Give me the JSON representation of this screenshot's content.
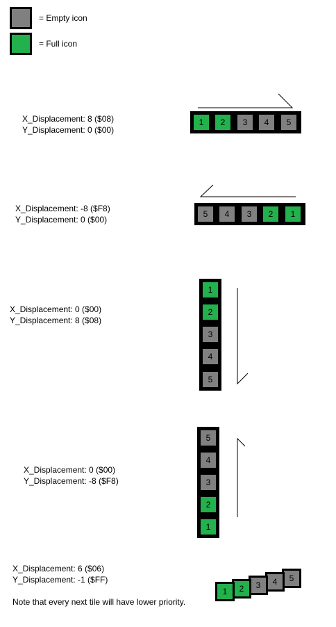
{
  "legend": {
    "empty_label": "= Empty icon",
    "full_label": "= Full icon",
    "empty_color": "#808080",
    "full_color": "#22b14c"
  },
  "examples": [
    {
      "x_text": "X_Displacement: 8 ($08)",
      "y_text": "Y_Displacement: 0 ($00)",
      "tiles": [
        {
          "num": "1",
          "state": "full"
        },
        {
          "num": "2",
          "state": "full"
        },
        {
          "num": "3",
          "state": "empty"
        },
        {
          "num": "4",
          "state": "empty"
        },
        {
          "num": "5",
          "state": "empty"
        }
      ]
    },
    {
      "x_text": "X_Displacement: -8 ($F8)",
      "y_text": "Y_Displacement: 0 ($00)",
      "tiles": [
        {
          "num": "5",
          "state": "empty"
        },
        {
          "num": "4",
          "state": "empty"
        },
        {
          "num": "3",
          "state": "empty"
        },
        {
          "num": "2",
          "state": "full"
        },
        {
          "num": "1",
          "state": "full"
        }
      ]
    },
    {
      "x_text": "X_Displacement: 0 ($00)",
      "y_text": "Y_Displacement: 8 ($08)",
      "tiles": [
        {
          "num": "1",
          "state": "full"
        },
        {
          "num": "2",
          "state": "full"
        },
        {
          "num": "3",
          "state": "empty"
        },
        {
          "num": "4",
          "state": "empty"
        },
        {
          "num": "5",
          "state": "empty"
        }
      ]
    },
    {
      "x_text": "X_Displacement: 0 ($00)",
      "y_text": "Y_Displacement: -8 ($F8)",
      "tiles": [
        {
          "num": "5",
          "state": "empty"
        },
        {
          "num": "4",
          "state": "empty"
        },
        {
          "num": "3",
          "state": "empty"
        },
        {
          "num": "2",
          "state": "full"
        },
        {
          "num": "1",
          "state": "full"
        }
      ]
    },
    {
      "x_text": "X_Displacement: 6 ($06)",
      "y_text": "Y_Displacement: -1 ($FF)",
      "note": "Note that every next tile will have lower priority.",
      "tiles": [
        {
          "num": "1",
          "state": "full"
        },
        {
          "num": "2",
          "state": "full"
        },
        {
          "num": "3",
          "state": "empty"
        },
        {
          "num": "4",
          "state": "empty"
        },
        {
          "num": "5",
          "state": "empty"
        }
      ]
    }
  ]
}
